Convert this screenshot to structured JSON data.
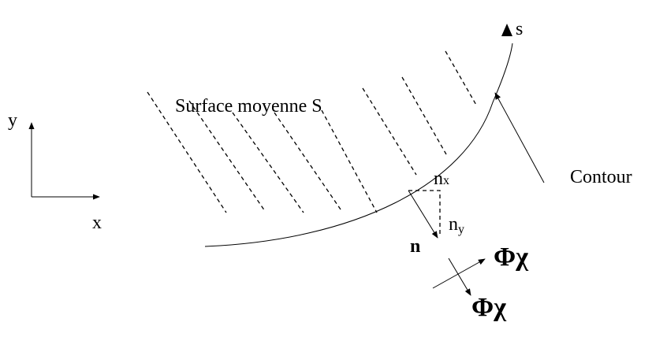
{
  "labels": {
    "surface": "Surface moyenne S",
    "contour": "Contour",
    "s": "s",
    "x": "x",
    "y": "y",
    "n": "n",
    "nx_base": "n",
    "nx_sub": "x",
    "ny_base": "n",
    "ny_sub": "y",
    "phi_chi_1": "Φχ",
    "phi_chi_2": "Φχ"
  }
}
